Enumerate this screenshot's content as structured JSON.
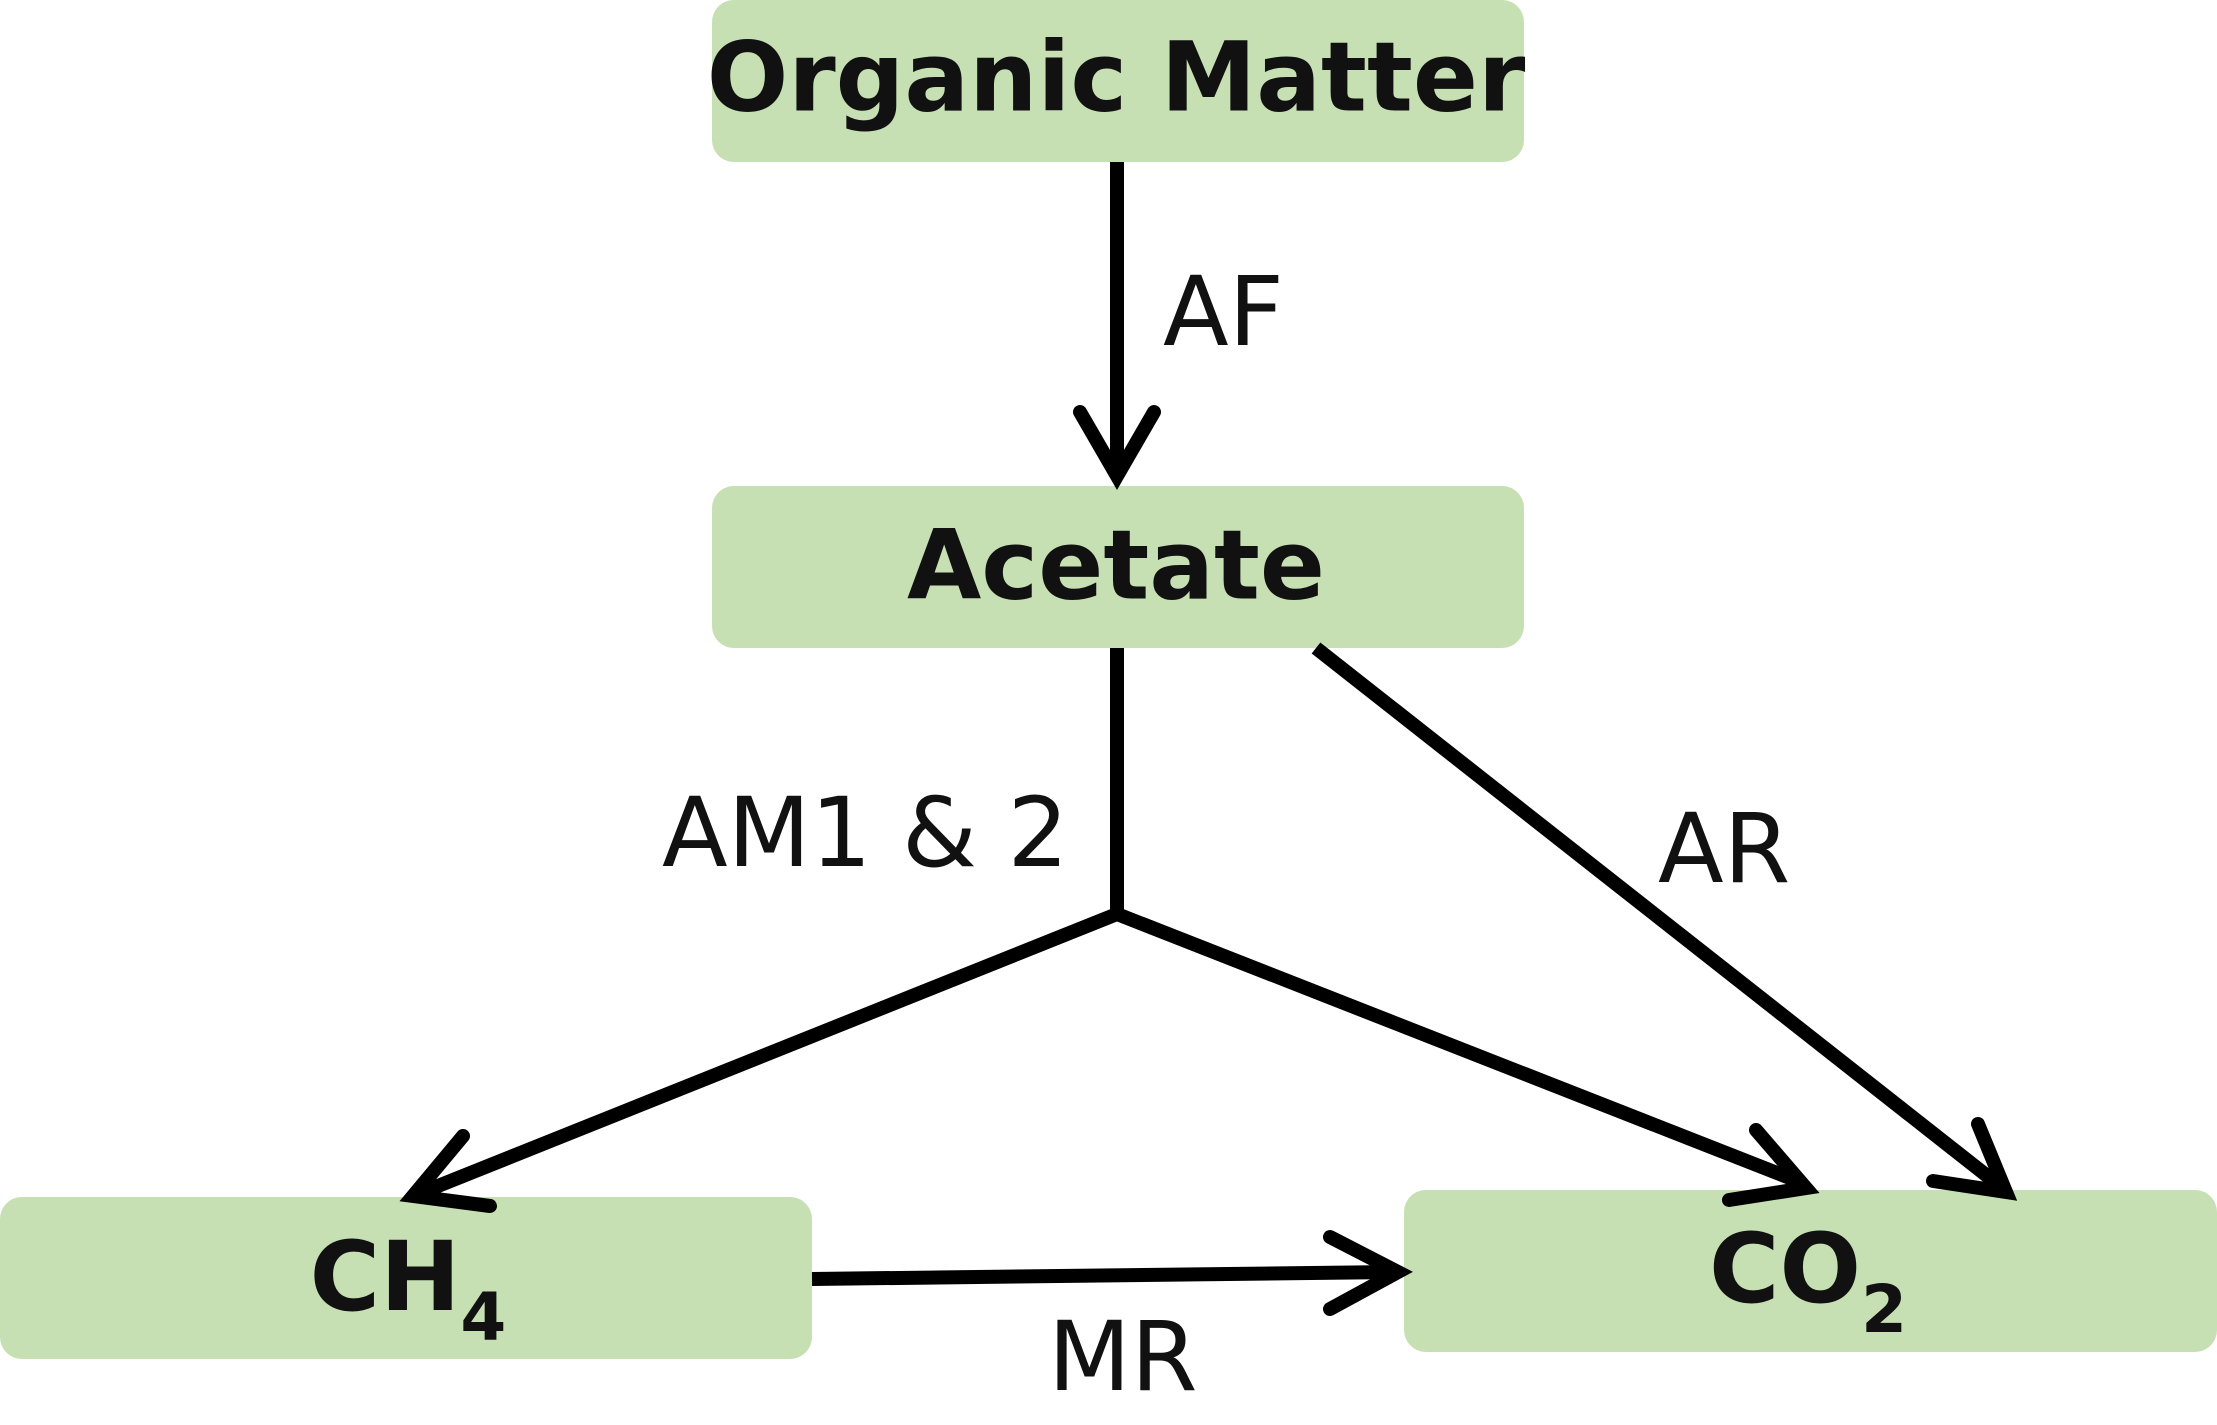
{
  "colors": {
    "node_fill": "#c6e0b4",
    "line": "#000000",
    "text": "#111111"
  },
  "nodes": {
    "organic_matter": {
      "label": "Organic Matter"
    },
    "acetate": {
      "label": "Acetate"
    },
    "ch4": {
      "label": "CH",
      "subscript": "4"
    },
    "co2": {
      "label": "CO",
      "subscript": "2"
    }
  },
  "edges": {
    "af": {
      "label": "AF",
      "from": "organic_matter",
      "to": "acetate"
    },
    "am": {
      "label": "AM1 & 2",
      "from": "acetate",
      "to": [
        "ch4",
        "co2"
      ]
    },
    "ar": {
      "label": "AR",
      "from": "acetate",
      "to": "co2"
    },
    "mr": {
      "label": "MR",
      "from": "ch4",
      "to": "co2"
    }
  }
}
